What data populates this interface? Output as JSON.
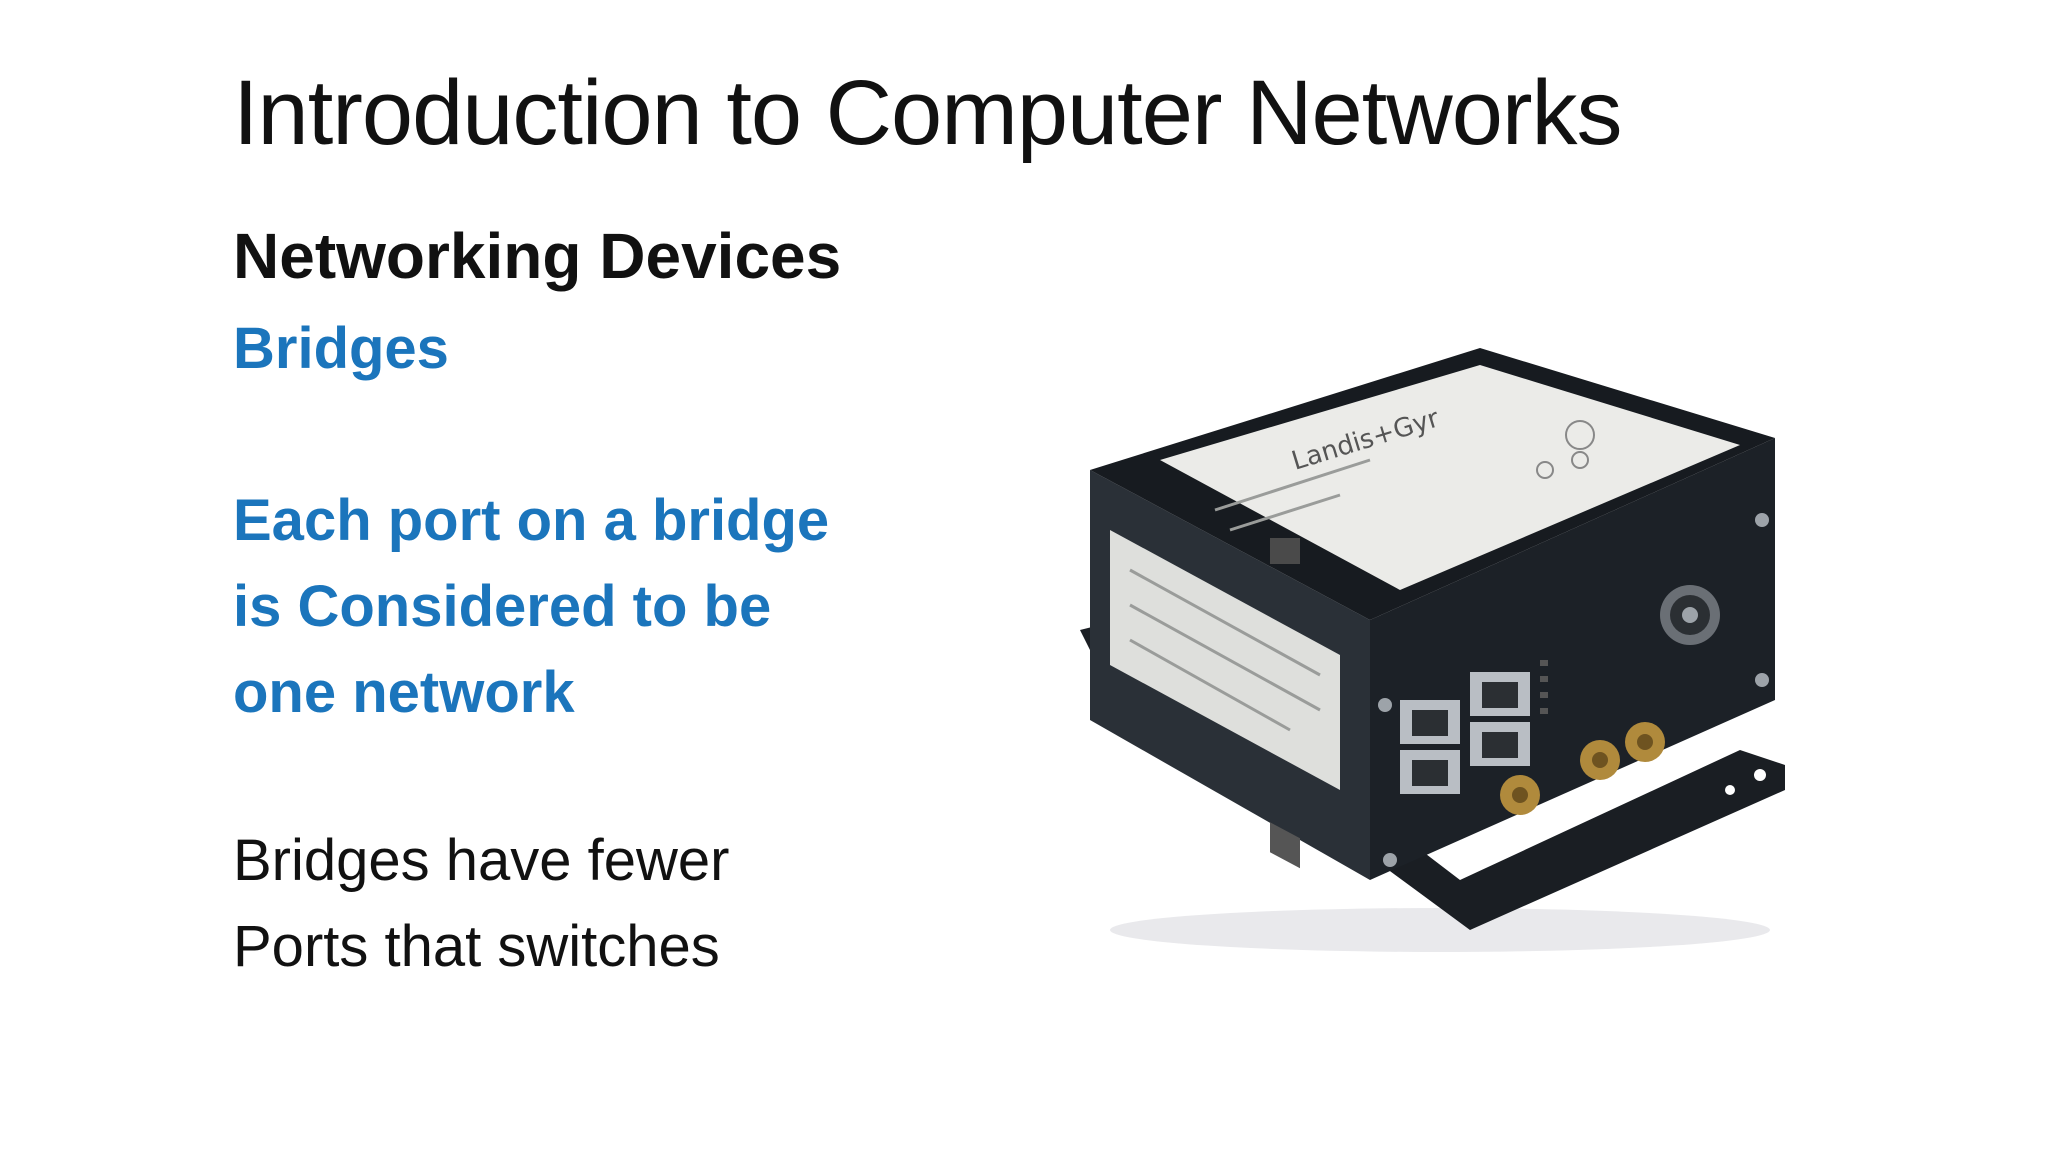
{
  "slide": {
    "title": "Introduction to Computer Networks",
    "subtitle": "Networking Devices",
    "topic": "Bridges",
    "blue_lines": [
      "Each port on a bridge",
      "is Considered to be",
      "one network"
    ],
    "plain_lines": [
      "Bridges have fewer",
      "Ports that switches"
    ],
    "image": {
      "label_brand": "Landis+Gyr",
      "colors": {
        "enclosure": "#1c2127",
        "label": "#ebebe8",
        "port_metal": "#b9bec4",
        "connector_gold": "#b08a3c"
      }
    }
  },
  "colors": {
    "accent_blue": "#1b75bc",
    "text_dark": "#111111",
    "background": "#ffffff"
  }
}
